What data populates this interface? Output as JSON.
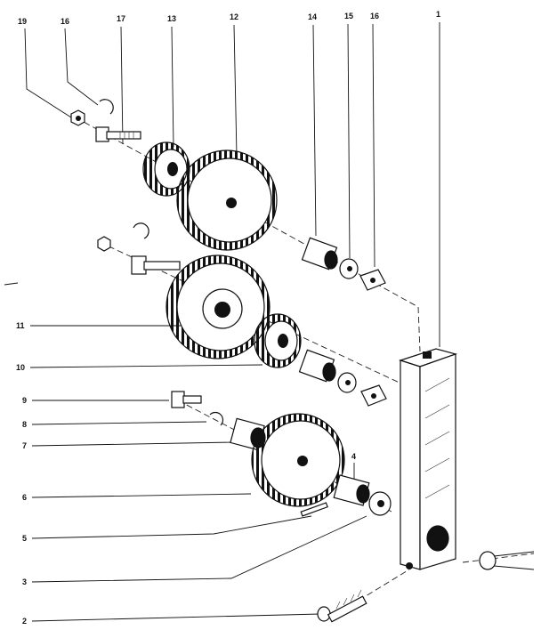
{
  "callouts": {
    "p1": "1",
    "p2": "2",
    "p3": "3",
    "p4": "4",
    "p5": "5",
    "p6": "6",
    "p7": "7",
    "p8": "8",
    "p9": "9",
    "p10": "10",
    "p11": "11",
    "p12": "12",
    "p13": "13",
    "p14": "14",
    "p15": "15",
    "p16a": "16",
    "p16b": "16",
    "p17": "17",
    "p19": "19"
  },
  "colors": {
    "ink": "#111111",
    "paper": "#ffffff"
  }
}
